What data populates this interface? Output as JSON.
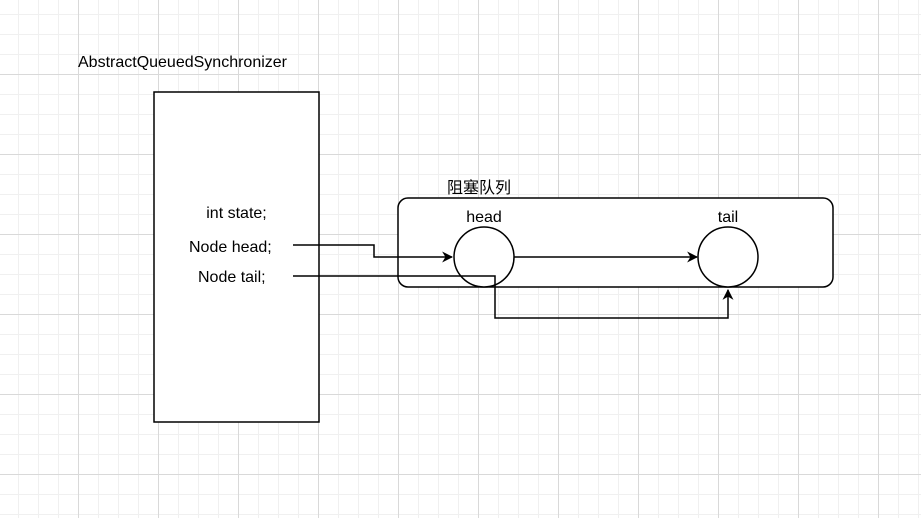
{
  "diagram": {
    "class_title": "AbstractQueuedSynchronizer",
    "queue_title": "阻塞队列",
    "fields": {
      "state": "int state;",
      "head": "Node head;",
      "tail": "Node tail;"
    },
    "nodes": {
      "head": "head",
      "tail": "tail"
    }
  },
  "colors": {
    "stroke": "#000000",
    "grid": "#d9d9d9",
    "background": "#ffffff"
  }
}
